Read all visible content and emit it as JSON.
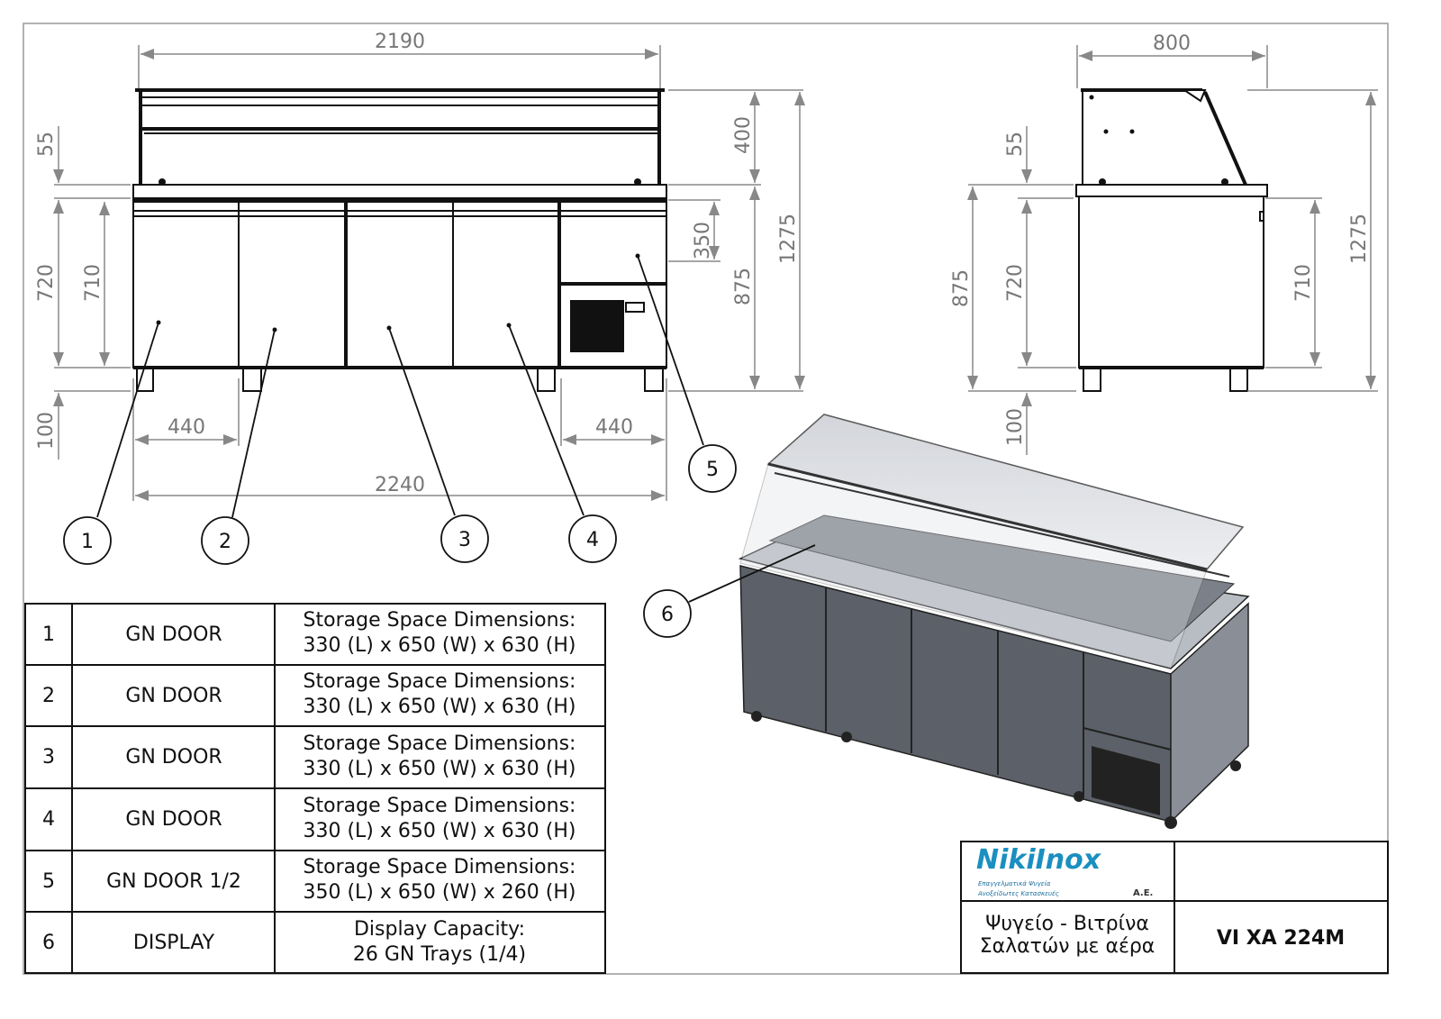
{
  "front_view": {
    "overall_width_top": "2190",
    "overall_width_bottom": "2240",
    "top_gap": "55",
    "body_height": "720",
    "inner_height": "710",
    "leg_height": "100",
    "left_door_width": "440",
    "right_door_width": "440",
    "canopy_height": "400",
    "half_door_height": "350",
    "counter_height": "875",
    "total_height": "1275"
  },
  "side_view": {
    "depth": "800",
    "top_gap": "55",
    "counter_height": "875",
    "body_height": "720",
    "leg_height": "100",
    "inner_height": "710",
    "total_height": "1275"
  },
  "callouts": [
    "1",
    "2",
    "3",
    "4",
    "5",
    "6"
  ],
  "parts_table": [
    {
      "no": "1",
      "name": "GN DOOR",
      "desc_1": "Storage Space Dimensions:",
      "desc_2": "330 (L) x 650 (W) x 630 (H)"
    },
    {
      "no": "2",
      "name": "GN DOOR",
      "desc_1": "Storage Space Dimensions:",
      "desc_2": "330 (L) x 650 (W) x 630 (H)"
    },
    {
      "no": "3",
      "name": "GN DOOR",
      "desc_1": "Storage Space Dimensions:",
      "desc_2": "330 (L) x 650 (W) x 630 (H)"
    },
    {
      "no": "4",
      "name": "GN DOOR",
      "desc_1": "Storage Space Dimensions:",
      "desc_2": "330 (L) x 650 (W) x 630 (H)"
    },
    {
      "no": "5",
      "name": "GN DOOR 1/2",
      "desc_1": "Storage Space Dimensions:",
      "desc_2": "350 (L) x 650 (W) x 260 (H)"
    },
    {
      "no": "6",
      "name": "DISPLAY",
      "desc_1": "Display Capacity:",
      "desc_2": "26 GN Trays (1/4)"
    }
  ],
  "title_block": {
    "logo_text": "NikiInox",
    "logo_suffix": "A.E.",
    "logo_tagline_1": "Επαγγελματικά Ψυγεία",
    "logo_tagline_2": "Ανοξείδωτες Κατασκευές",
    "description_1": "Ψυγείο - Βιτρίνα",
    "description_2": "Σαλατών με αέρα",
    "model": "VI XA 224M"
  },
  "colors": {
    "line": "#111111",
    "dimension": "#777777",
    "brand_blue": "#1a8fc0",
    "body_3d": "#5c6068"
  }
}
